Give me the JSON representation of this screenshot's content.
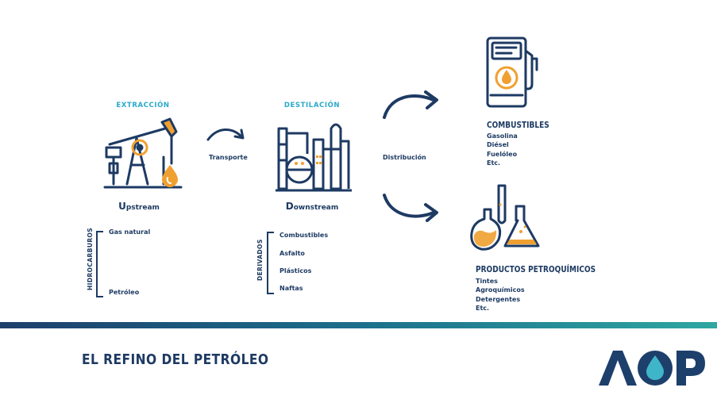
{
  "stages": {
    "extraction": {
      "title": "EXTRACCIÓN",
      "name_initial": "U",
      "name_rest": "pstream"
    },
    "distillation": {
      "title": "DESTILACIÓN",
      "name_initial": "D",
      "name_rest": "ownstream"
    }
  },
  "flows": {
    "transport": "Transporte",
    "distribution": "Distribución"
  },
  "upstream_group": {
    "label": "HIDROCARBUROS",
    "items": [
      "Gas natural",
      "Petróleo"
    ]
  },
  "downstream_group": {
    "label": "DERIVADOS",
    "items": [
      "Combustibles",
      "Asfalto",
      "Plásticos",
      "Naftas"
    ]
  },
  "products": {
    "fuels": {
      "title": "COMBUSTIBLES",
      "items": [
        "Gasolina",
        "Diésel",
        "Fuelóleo",
        "Etc."
      ]
    },
    "petrochemicals": {
      "title": "PRODUCTOS PETROQUÍMICOS",
      "items": [
        "Tintes",
        "Agroquímicos",
        "Detergentes",
        "Etc."
      ]
    }
  },
  "footer": {
    "title": "EL REFINO DEL PETRÓLEO",
    "logo_text": "AOP"
  },
  "colors": {
    "navy": "#1d3a63",
    "teal": "#29a9c9",
    "orange": "#f0a030"
  },
  "icons": [
    "pumpjack-icon",
    "refinery-icon",
    "fuel-pump-icon",
    "flasks-icon",
    "curved-arrow-icon",
    "oil-drop-icon"
  ]
}
